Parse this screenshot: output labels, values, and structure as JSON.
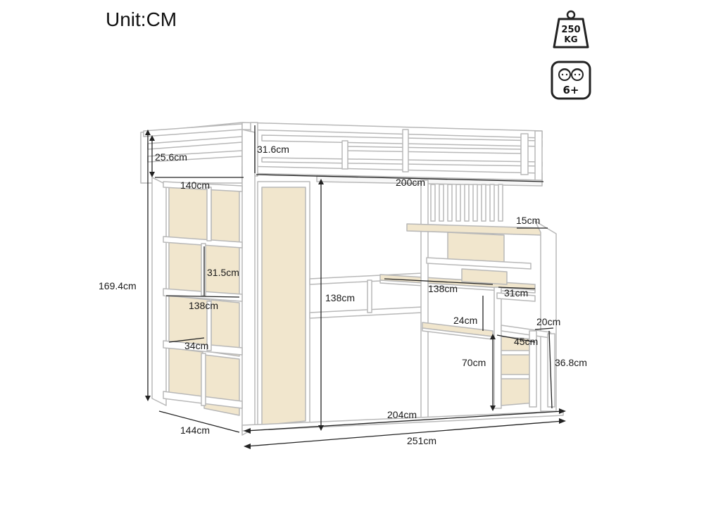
{
  "header": {
    "unit_label": "Unit:CM"
  },
  "badges": {
    "weight": {
      "value": "250",
      "unit": "KG",
      "icon": "weight-icon"
    },
    "age": {
      "value": "6+",
      "icon": "children-icon"
    }
  },
  "colors": {
    "frame": "#ffffff",
    "outline": "#b8b8b8",
    "panel": "#f1e6cd",
    "dim_line": "#222222"
  },
  "dimensions": {
    "unit": "Unit:CM",
    "guardrail_left_height": "25.6cm",
    "guardrail_right_height": "31.6cm",
    "bookcase_width": "140cm",
    "bed_length": "200cm",
    "overall_height": "169.4cm",
    "shelf_height": "31.5cm",
    "bookcase_length": "138cm",
    "shelf_depth": "34cm",
    "under_bed_clearance": "138cm",
    "desk_width": "138cm",
    "step_top_width": "15cm",
    "step_width": "31cm",
    "desk_shelf_gap": "24cm",
    "step_depth": "20cm",
    "stair_width": "45cm",
    "desk_height": "70cm",
    "stair_step_height": "36.8cm",
    "overall_depth": "144cm",
    "bed_inner_length": "204cm",
    "overall_length": "251cm"
  }
}
